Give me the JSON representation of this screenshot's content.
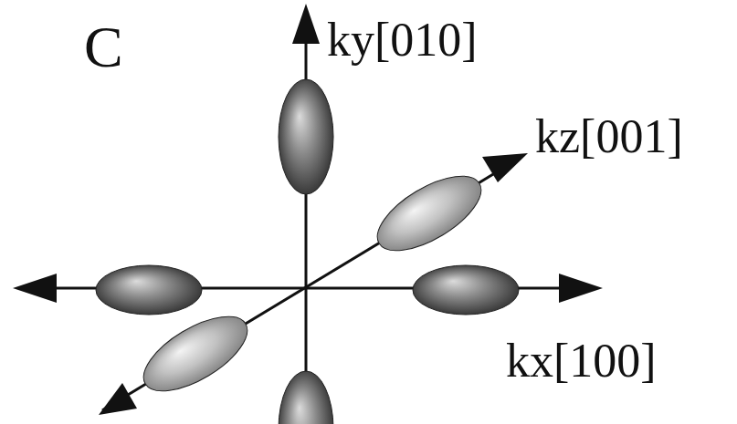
{
  "diagram": {
    "labels": [
      "C",
      "ky[010]",
      "kz[001]",
      "kx[100]"
    ]
  }
}
